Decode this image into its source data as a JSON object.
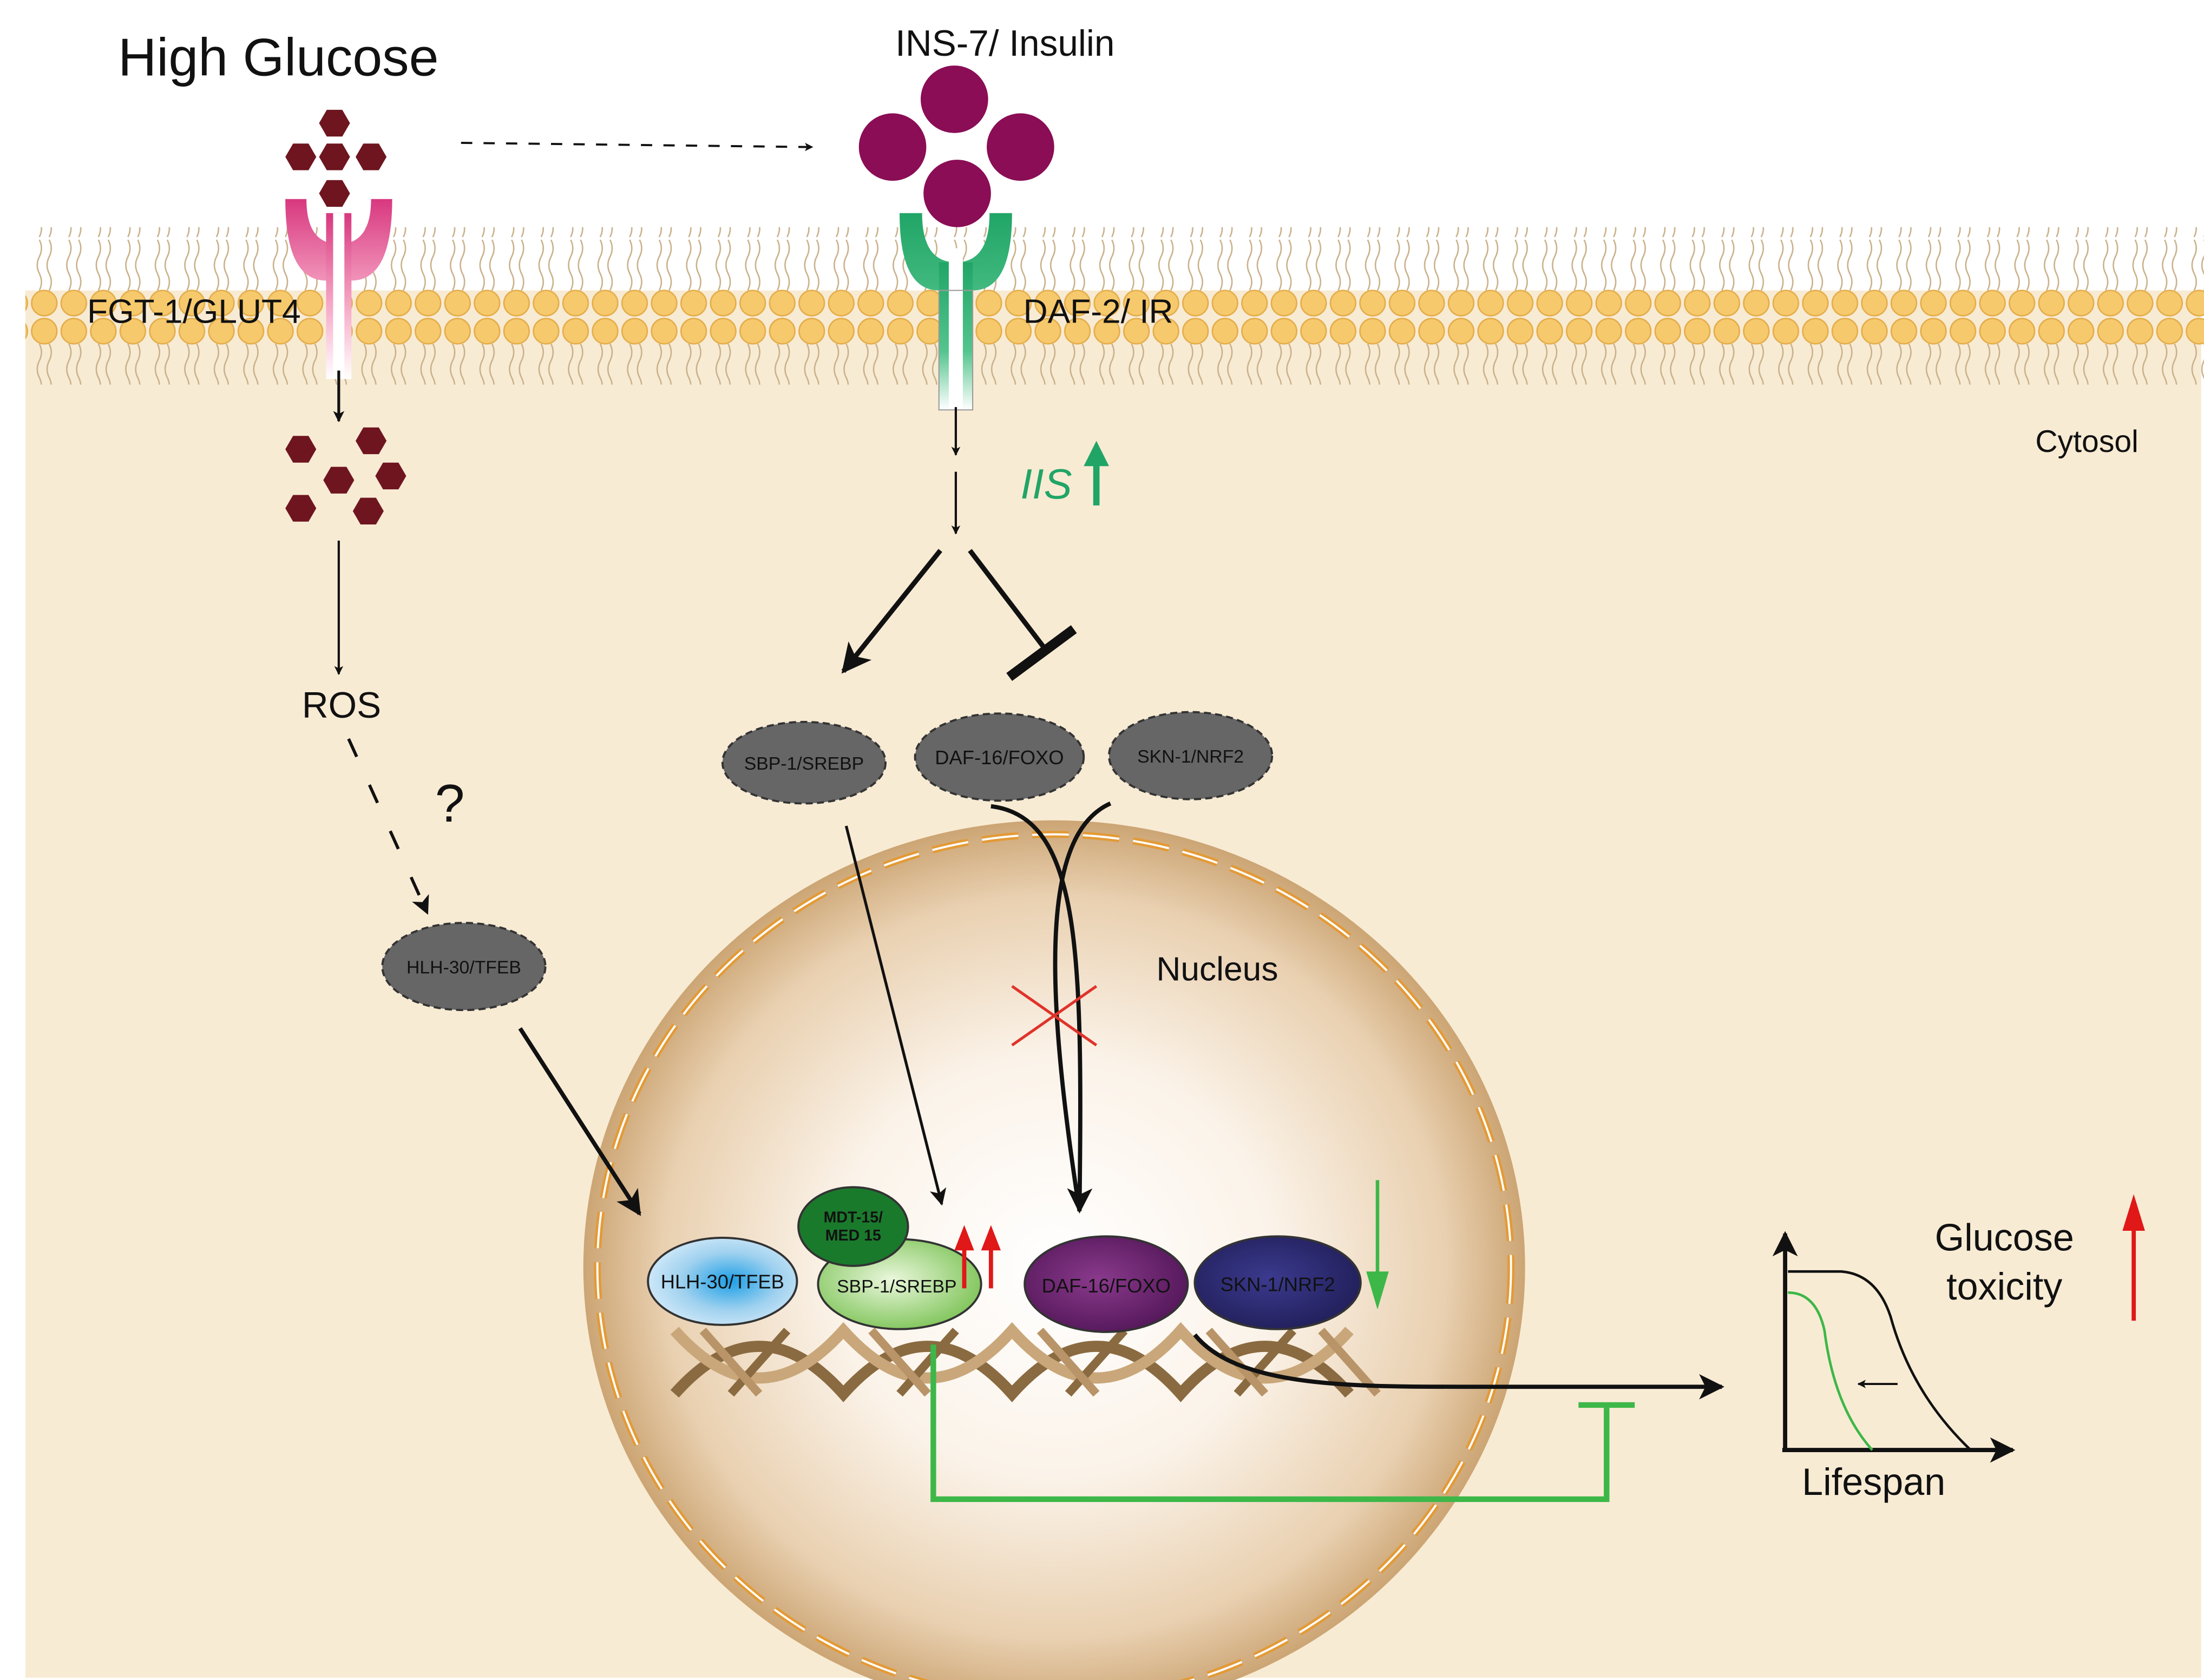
{
  "title": "High Glucose",
  "ligand_label": "INS-7/ Insulin",
  "transporter_label": "FGT-1/GLUT4",
  "receptor_label": "DAF-2/ IR",
  "compartment_cytosol": "Cytosol",
  "compartment_nucleus": "Nucleus",
  "ros_label": "ROS",
  "unknown_mark": "?",
  "iis_label": "IIS",
  "cytosol_factors": {
    "hlh30": "HLH-30/TFEB",
    "sbp1": "SBP-1/SREBP",
    "daf16": "DAF-16/FOXO",
    "skn1": "SKN-1/NRF2"
  },
  "nuclear_factors": {
    "hlh30": "HLH-30/TFEB",
    "mdt15_line1": "MDT-15/",
    "mdt15_line2": "MED 15",
    "sbp1": "SBP-1/SREBP",
    "daf16": "DAF-16/FOXO",
    "skn1": "SKN-1/NRF2"
  },
  "outcome": {
    "line1": "Glucose",
    "line2": "toxicity",
    "axis_label": "Lifespan"
  },
  "colors": {
    "cytosol": "#f8ebd4",
    "membrane_head": "#f6c96c",
    "nucleus_core": "#fffdf9",
    "nucleus_edge": "#c49a63",
    "envelope": "#e39a36",
    "glucose": "#6e1520",
    "insulin": "#8a0d55",
    "transporter": "#d8387f",
    "receptor": "#21a567",
    "inactive_tf": "#666666",
    "hlh30_active": "#1ca3e8",
    "mdt15": "#1a7a2c",
    "sbp1_active": "#8fd067",
    "daf16_active": "#5a1a60",
    "skn1_active": "#262264",
    "dna": "#8a6a40",
    "increase_arrow": "#e01818",
    "decrease_arrow": "#3db748",
    "inhibition_green": "#3db748",
    "block_cross": "#e0332b"
  }
}
